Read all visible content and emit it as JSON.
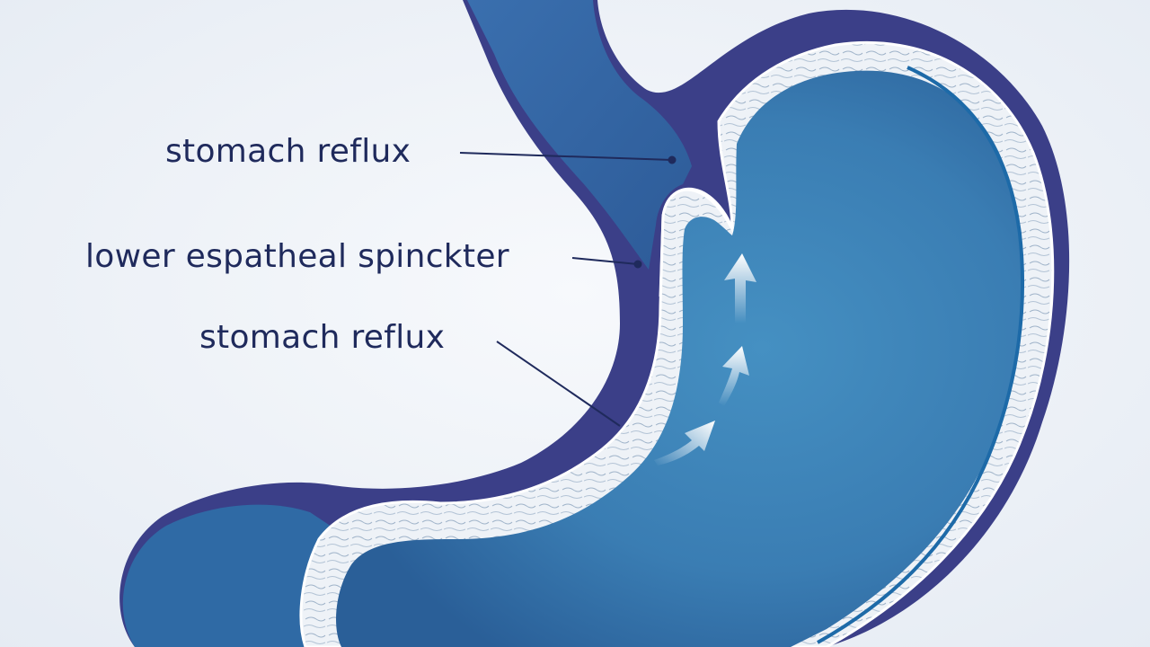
{
  "colors": {
    "background_center": "#f5f7fb",
    "background_edge": "#e7edf5",
    "outer_wall": "#3a3f87",
    "stomach_body": "#2f6fa6",
    "stomach_inner": "#3d86b8",
    "mucosa_layer": "#e9eef4",
    "inner_line": "#1d6aa8",
    "label_text": "#1f2a5c",
    "leader_line": "#1f2a5c",
    "arrow": "#ffffff"
  },
  "labels": {
    "top": "stomach reflux",
    "middle": "lower espatheal spinckter",
    "bottom": "stomach reflux"
  },
  "icons": {
    "reflux_arrows": "arrow-up-icon"
  }
}
